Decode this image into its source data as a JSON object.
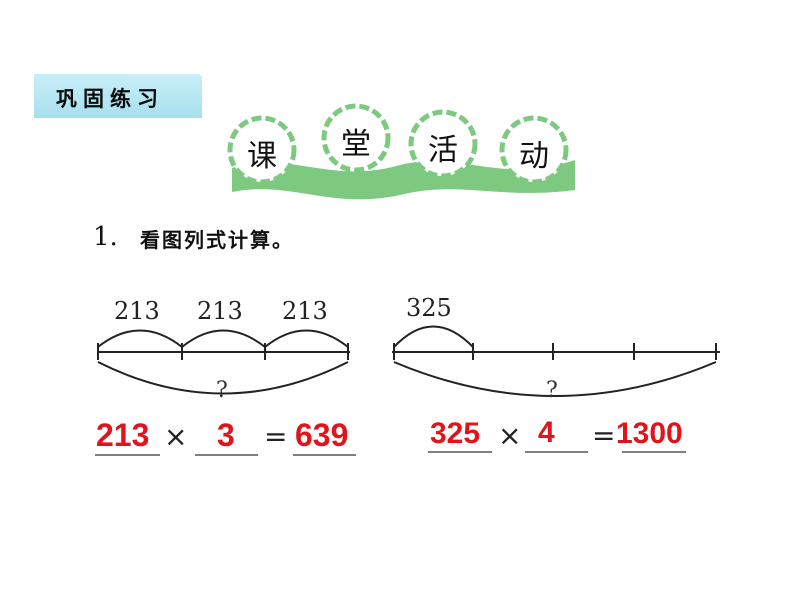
{
  "section_tag": "巩固练习",
  "activity_banner": {
    "chars": [
      "课",
      "堂",
      "活",
      "动"
    ]
  },
  "question": {
    "number": "1.",
    "instruction": "看图列式计算。"
  },
  "diagram_left": {
    "segment_labels": [
      "213",
      "213",
      "213"
    ],
    "total_label": "?"
  },
  "diagram_right": {
    "segment_labels": [
      "325"
    ],
    "total_label": "?"
  },
  "equation_left": {
    "factor1": "213",
    "times": "×",
    "factor2": "3",
    "equals": "=",
    "product": "639"
  },
  "equation_right": {
    "factor1": "325",
    "times": "×",
    "factor2": "4",
    "equals": "=",
    "product": "1300"
  },
  "colors": {
    "answer": "#e0141b",
    "tag_bg": "#a6e0ee",
    "banner_green": "#7cc97f"
  }
}
